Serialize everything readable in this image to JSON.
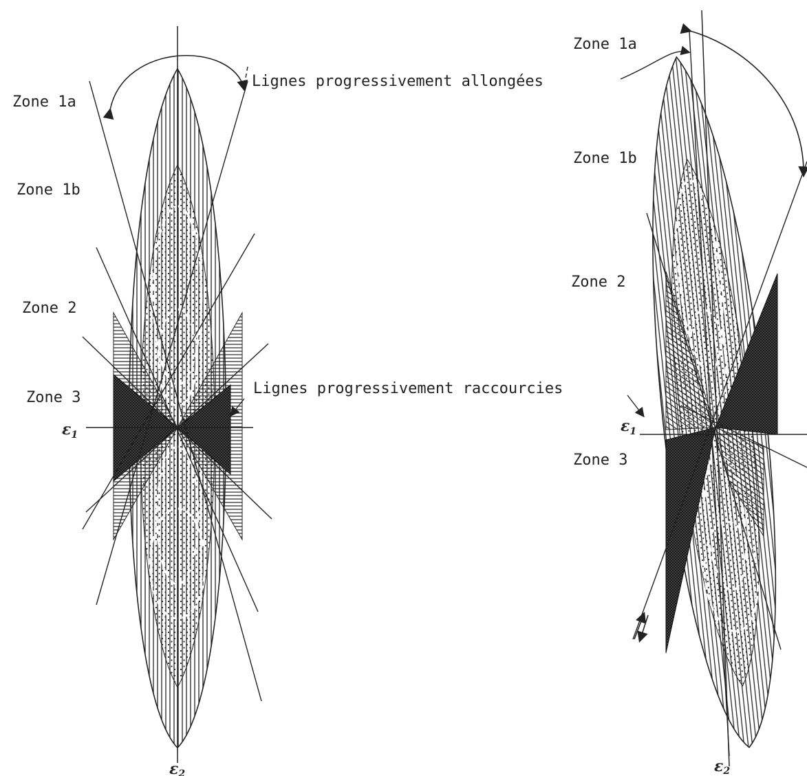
{
  "labels": {
    "left_zone_1a": "Zone 1a",
    "left_zone_1b": "Zone 1b",
    "left_zone_2": "Zone 2",
    "left_zone_3": "Zone 3",
    "right_zone_1a": "Zone 1a",
    "right_zone_1b": "Zone 1b",
    "right_zone_2": "Zone 2",
    "right_zone_3": "Zone 3",
    "lines_lengthened": "Lignes progressivement allongées",
    "lines_shortened": "Lignes progressivement raccourcies"
  },
  "axes": {
    "left_e1": "ε",
    "left_e1_sub": "1",
    "left_e2": "ε",
    "left_e2_sub": "2",
    "right_e1": "ε",
    "right_e1_sub": "1",
    "right_e2": "ε",
    "right_e2_sub": "2"
  },
  "colors": {
    "ink": "#222222",
    "background": "#ffffff"
  }
}
